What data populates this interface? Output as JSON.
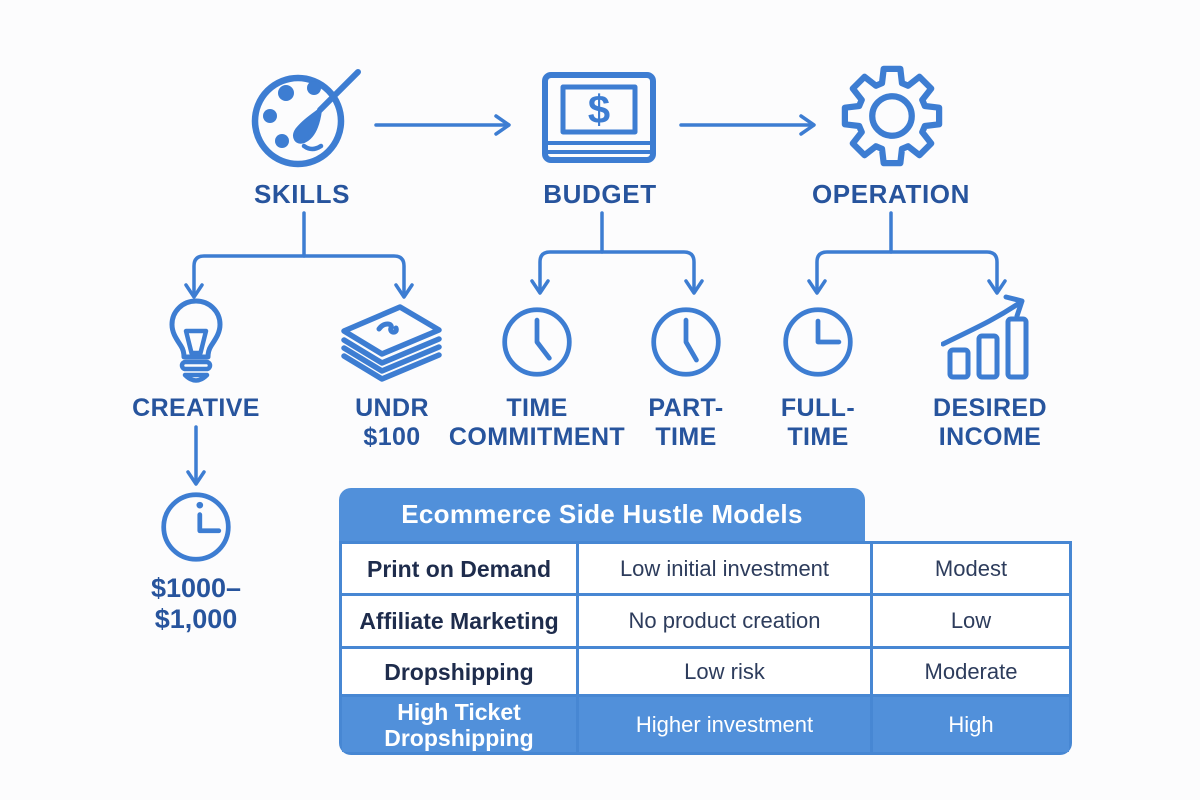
{
  "colors": {
    "stroke_blue": "#3D7DD2",
    "label_navy": "#27549D",
    "table_fill_blue": "#5190DA",
    "table_border_blue": "#4787D3",
    "model_text": "#1E2C4C",
    "cell_text": "#2D3C5C",
    "white": "#FFFFFF"
  },
  "flow": {
    "top_nodes": [
      {
        "id": "skills",
        "label": "SKILLS",
        "icon": "palette-icon"
      },
      {
        "id": "budget",
        "label": "BUDGET",
        "icon": "cash-bill-icon"
      },
      {
        "id": "operation",
        "label": "OPERATION",
        "icon": "gear-icon"
      }
    ],
    "sub_nodes": [
      {
        "id": "creative",
        "icon": "lightbulb-icon",
        "lines": [
          "CREATIVE"
        ]
      },
      {
        "id": "under-100",
        "icon": "cash-stack-icon",
        "lines": [
          "UNDR",
          "$100"
        ]
      },
      {
        "id": "time-commitment",
        "icon": "clock-icon",
        "lines": [
          "TIME",
          "COMMITMENT"
        ]
      },
      {
        "id": "part-time",
        "icon": "clock-icon",
        "lines": [
          "PART-",
          "TIME"
        ]
      },
      {
        "id": "full-time",
        "icon": "clock-icon",
        "lines": [
          "FULL-",
          "TIME"
        ]
      },
      {
        "id": "desired-income",
        "icon": "growth-chart-icon",
        "lines": [
          "DESIRED",
          "INCOME"
        ]
      }
    ],
    "creative_result": {
      "icon": "clock-icon",
      "lines": [
        "$1000–",
        "$1,000"
      ]
    }
  },
  "icons": {
    "dollar_glyph": "$"
  },
  "table": {
    "title": "Ecommerce Side Hustle Models",
    "rows": [
      {
        "model": "Print on Demand",
        "feature": "Low initial investment",
        "level": "Modest",
        "highlighted": false
      },
      {
        "model": "Affiliate Marketing",
        "feature": "No product creation",
        "level": "Low",
        "highlighted": false
      },
      {
        "model": "Dropshipping",
        "feature": "Low risk",
        "level": "Moderate",
        "highlighted": false
      },
      {
        "model": "High Ticket Dropshipping",
        "feature": "Higher investment",
        "level": "High",
        "highlighted": true
      }
    ]
  }
}
